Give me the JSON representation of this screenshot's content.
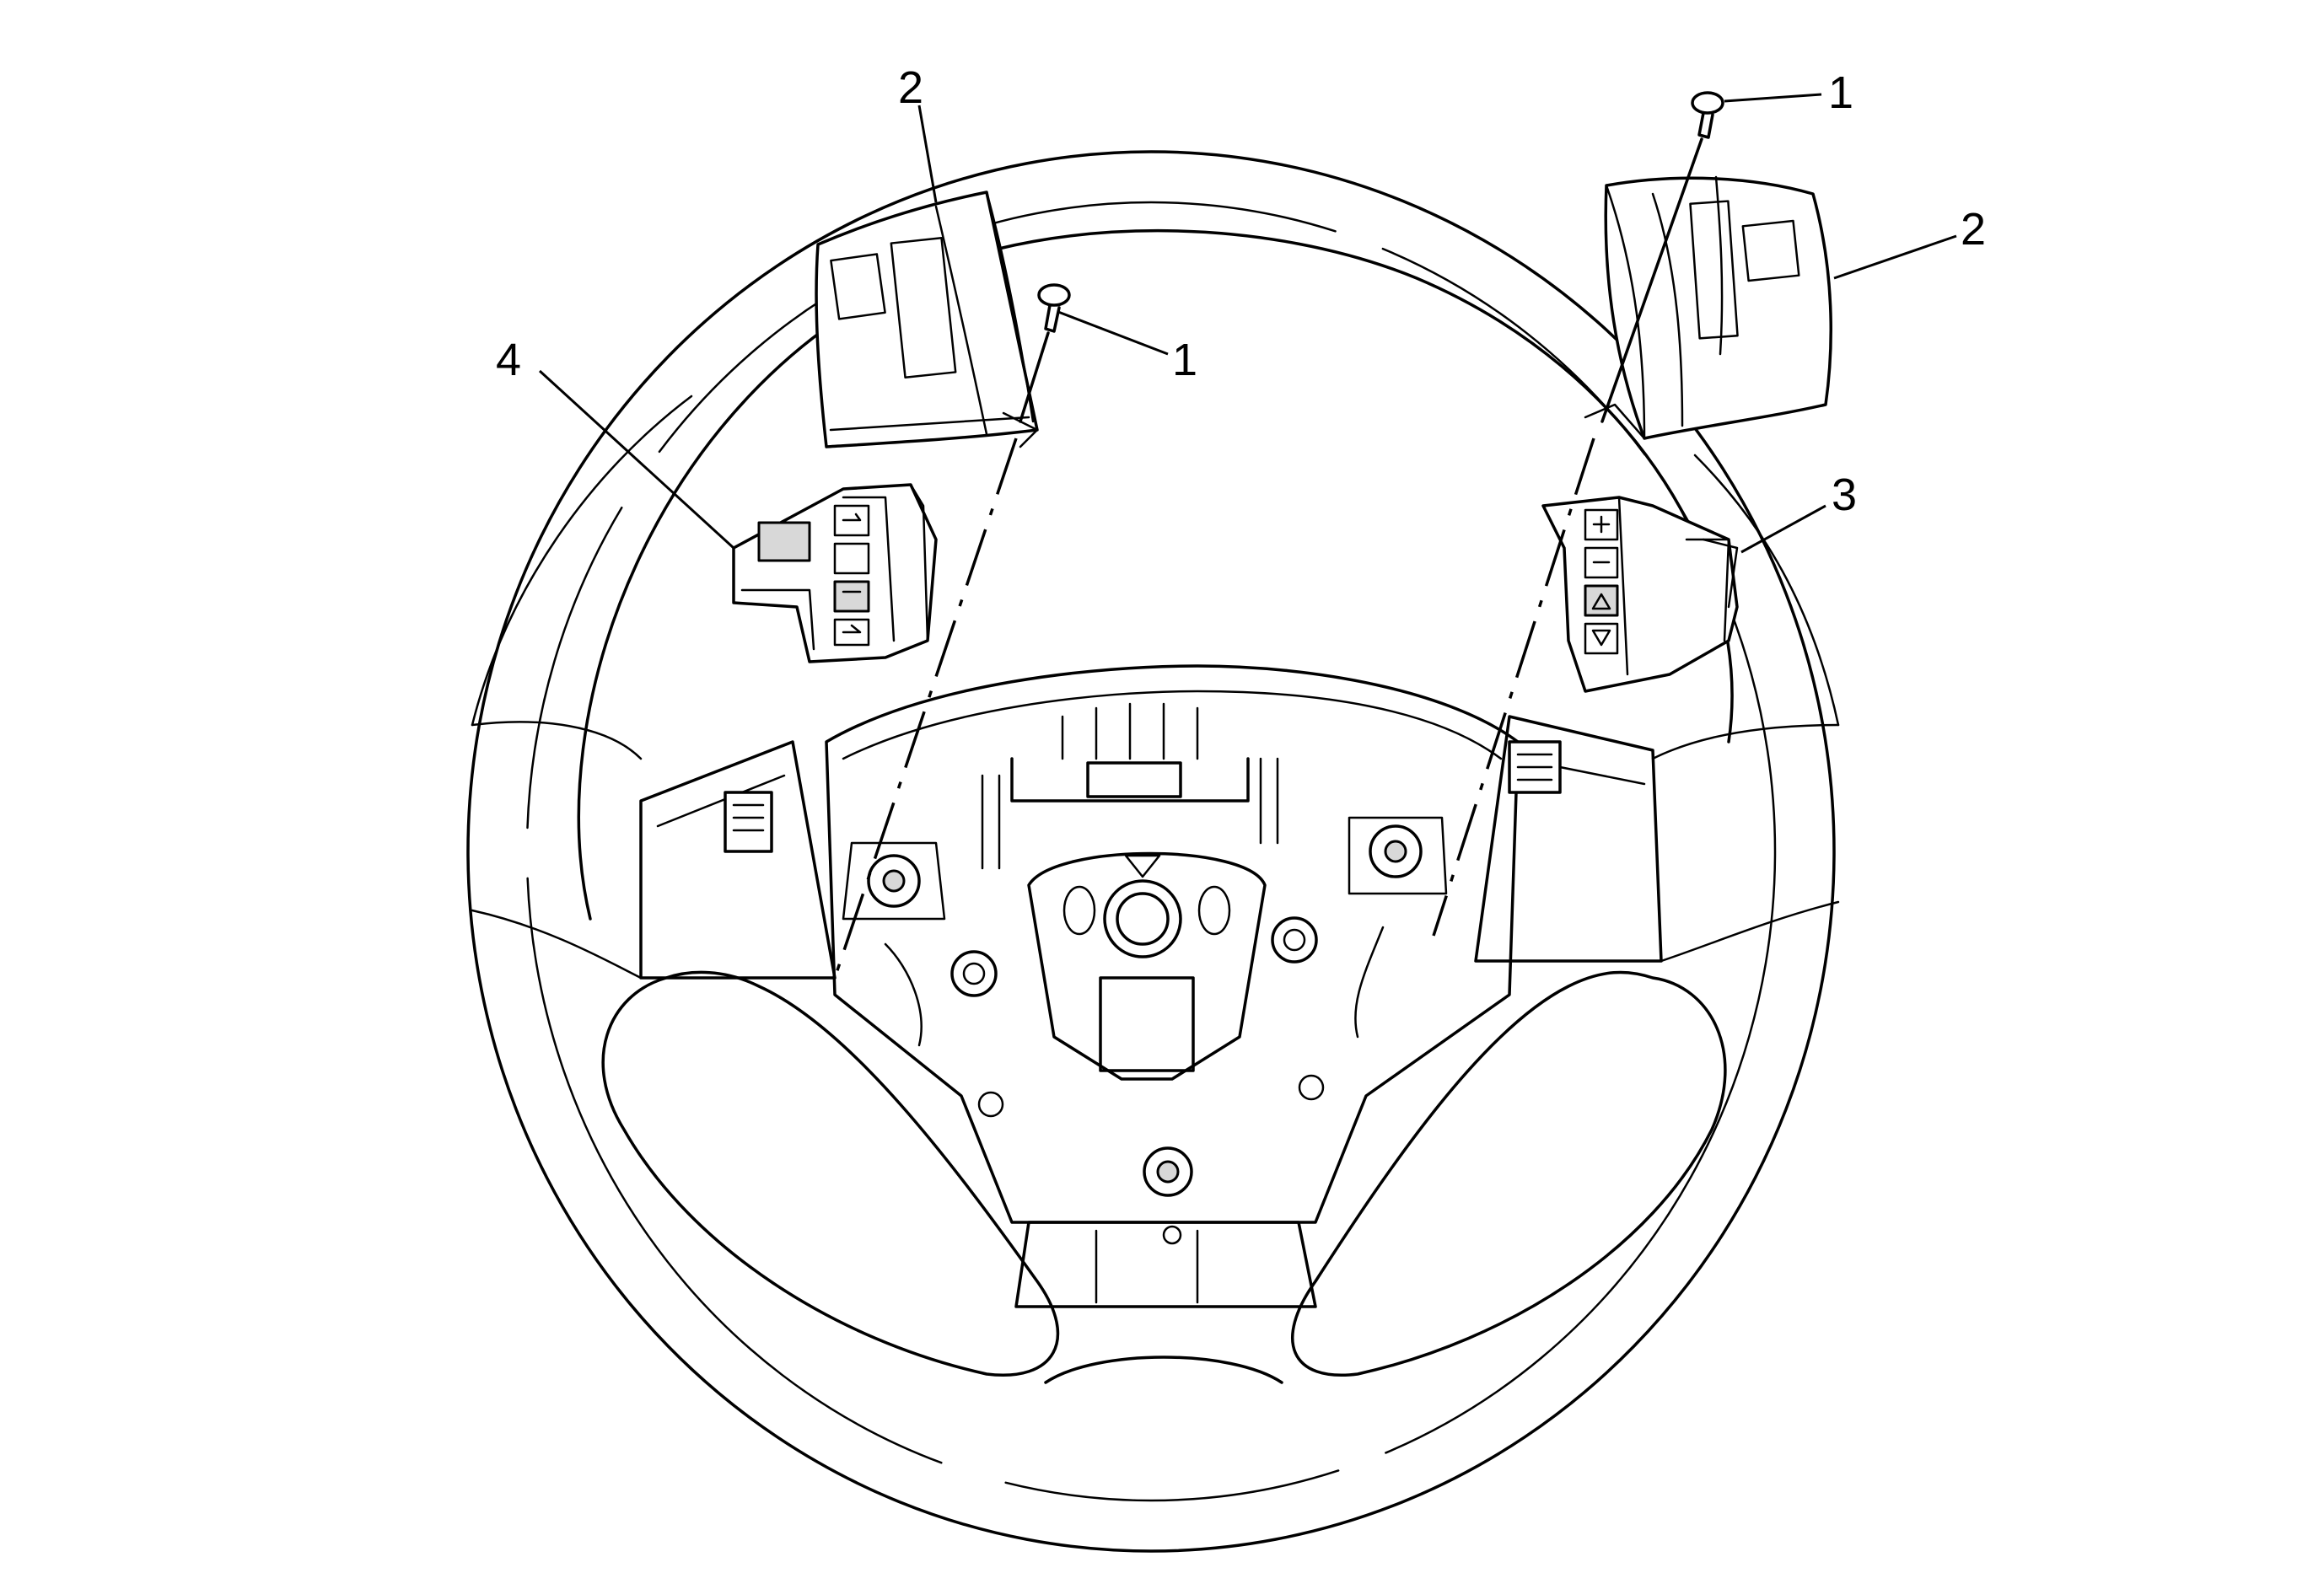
{
  "callouts": {
    "left_fastener": "1",
    "right_fastener": "1",
    "left_cover": "2",
    "right_cover": "2",
    "right_switch": "3",
    "left_switch": "4"
  },
  "colors": {
    "line": "#000000",
    "background": "#ffffff"
  }
}
